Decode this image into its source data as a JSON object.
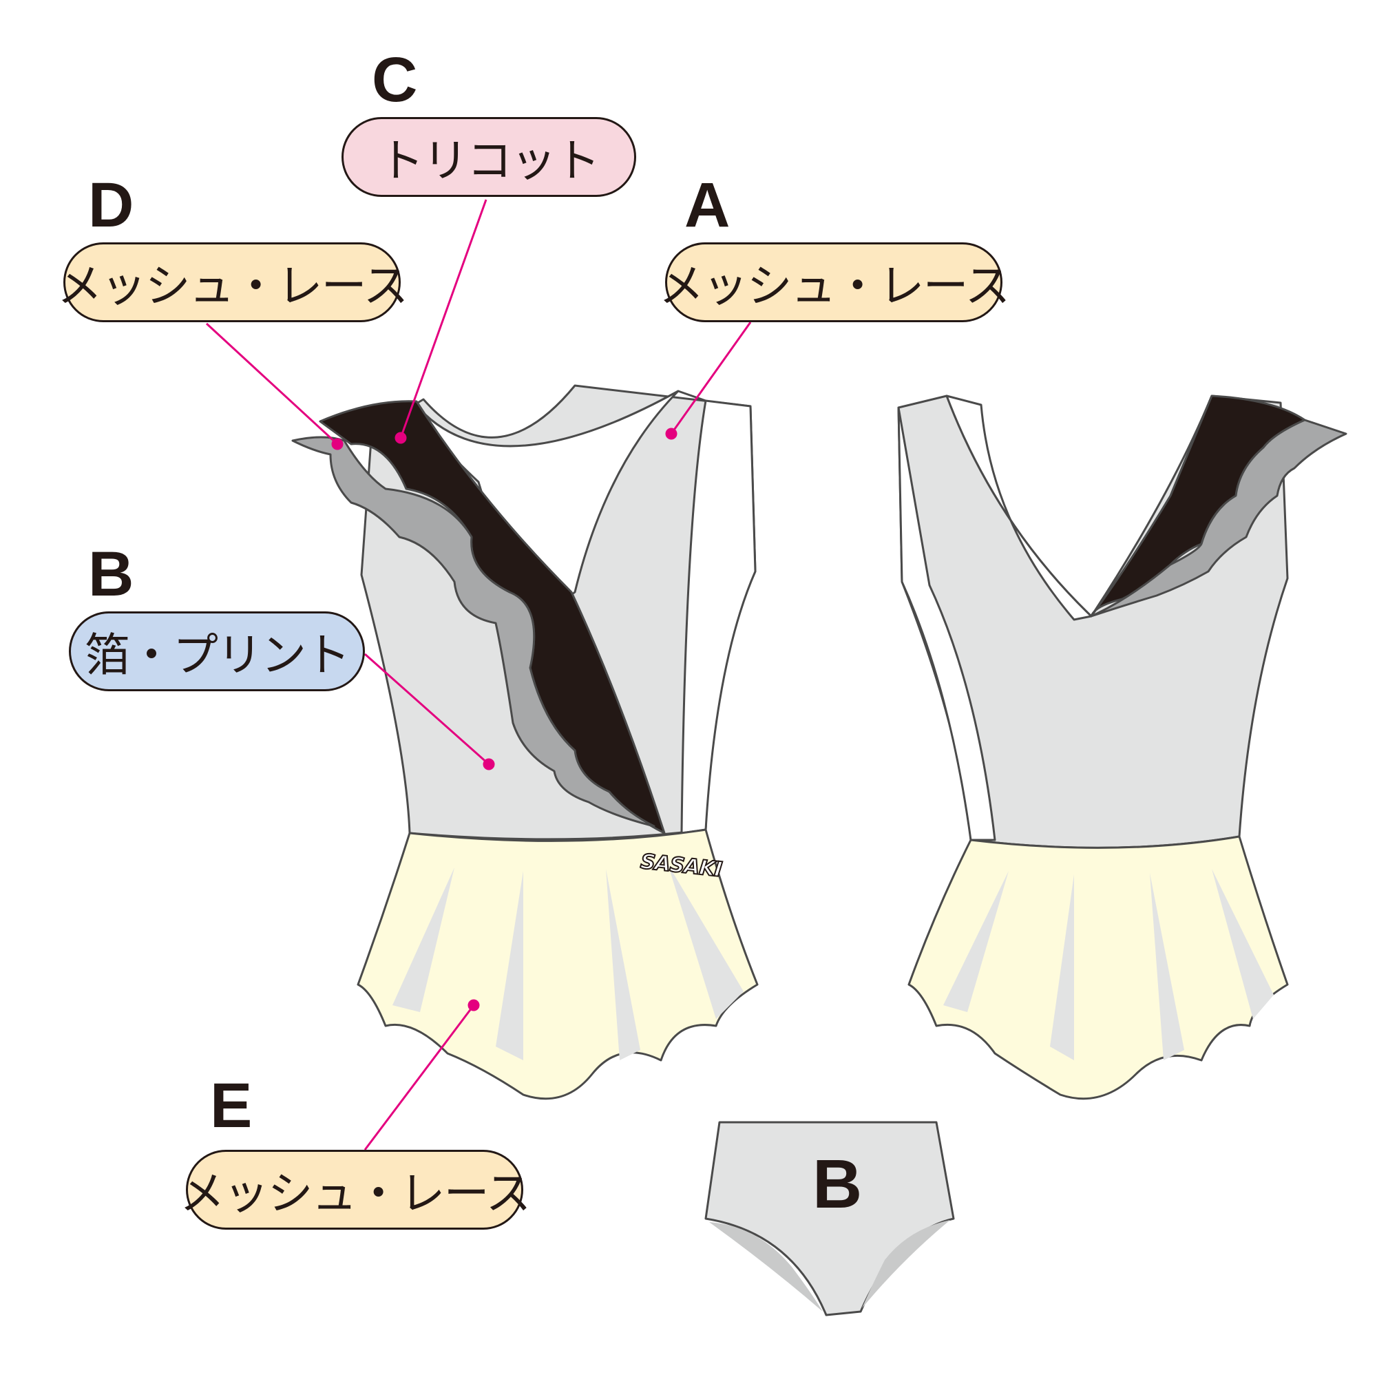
{
  "labels": {
    "A": {
      "letter": "A",
      "material": "メッシュ・レース"
    },
    "B": {
      "letter": "B",
      "material": "箔・プリント"
    },
    "C": {
      "letter": "C",
      "material": "トリコット"
    },
    "D": {
      "letter": "D",
      "material": "メッシュ・レース"
    },
    "E": {
      "letter": "E",
      "material": "メッシュ・レース"
    },
    "briefs_letter": "B"
  },
  "logo": "SASAKI",
  "colors": {
    "body_gray": "#e2e3e3",
    "skirt_yellow": "#fefbdc",
    "ruffle_black": "#231815",
    "ruffle_gray": "#a7a8a9",
    "leader_magenta": "#e4007f",
    "mesh_pill": "#fde8c0",
    "tricot_pill": "#f8d7de",
    "foil_pill": "#c7d8ef"
  }
}
